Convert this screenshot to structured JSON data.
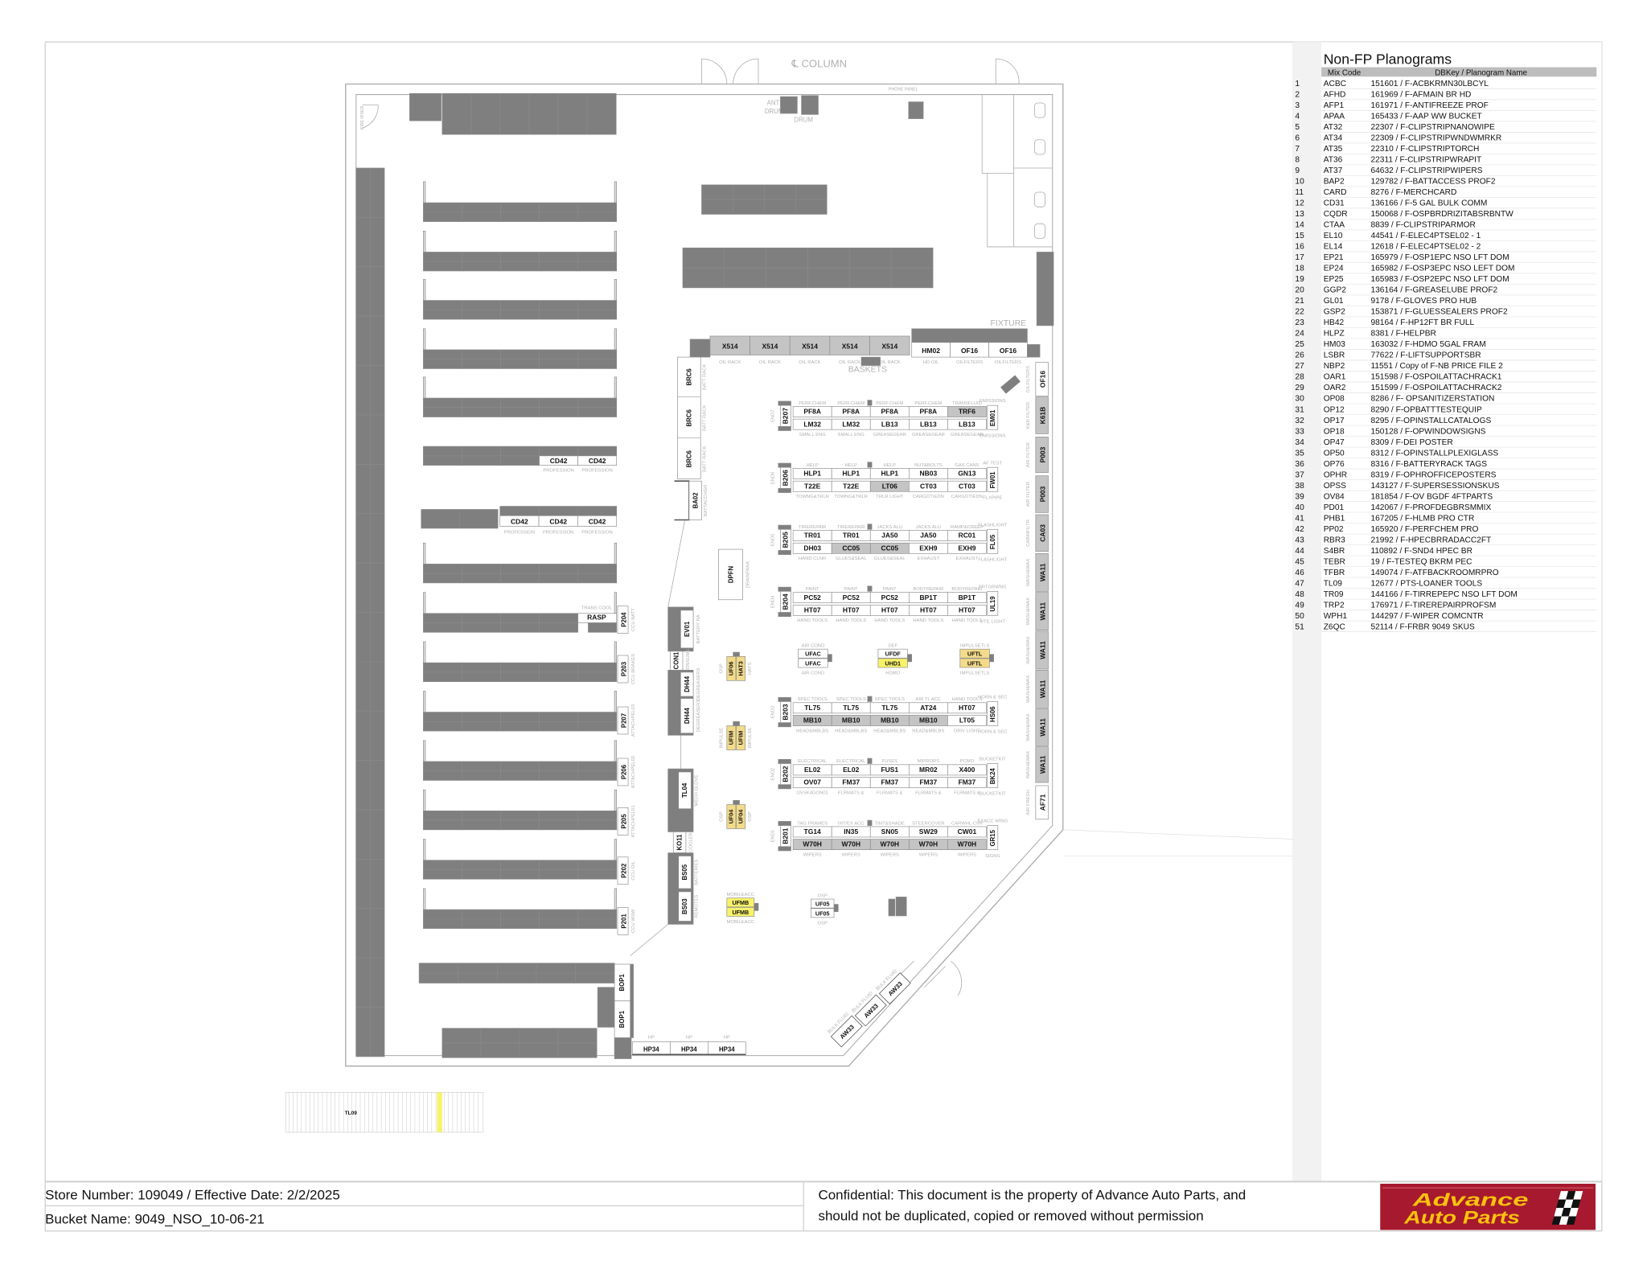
{
  "doc": {
    "table_title": "Non-FP Planograms",
    "col_mix": "Mix Code",
    "col_name": "DBKey / Planogram Name",
    "rows": [
      {
        "n": "1",
        "code": "ACBC",
        "name": "151601 /  F-ACBKRMN30LBCYL"
      },
      {
        "n": "2",
        "code": "AFHD",
        "name": "161969 /  F-AFMAIN BR HD"
      },
      {
        "n": "3",
        "code": "AFP1",
        "name": "161971 /  F-ANTIFREEZE PROF"
      },
      {
        "n": "4",
        "code": "APAA",
        "name": "165433 /  F-AAP WW BUCKET"
      },
      {
        "n": "5",
        "code": "AT32",
        "name": "22307 /  F-CLIPSTRIPNANOWIPE"
      },
      {
        "n": "6",
        "code": "AT34",
        "name": "22309 /  F-CLIPSTRIPWNDWMRKR"
      },
      {
        "n": "7",
        "code": "AT35",
        "name": "22310 /  F-CLIPSTRIPTORCH"
      },
      {
        "n": "8",
        "code": "AT36",
        "name": "22311 /  F-CLIPSTRIPWRAPIT"
      },
      {
        "n": "9",
        "code": "AT37",
        "name": "64632 /  F-CLIPSTRIPWIPERS"
      },
      {
        "n": "10",
        "code": "BAP2",
        "name": "129782 /  F-BATTACCESS PROF2"
      },
      {
        "n": "11",
        "code": "CARD",
        "name": "8276 /  F-MERCHCARD"
      },
      {
        "n": "12",
        "code": "CD31",
        "name": "136166 /  F-5 GAL BULK COMM"
      },
      {
        "n": "13",
        "code": "CQDR",
        "name": "150068 /  F-OSPBRDRIZITABSRBNTW"
      },
      {
        "n": "14",
        "code": "CTAA",
        "name": "8839 /  F-CLIPSTRIPARMOR"
      },
      {
        "n": "15",
        "code": "EL10",
        "name": "44541 /  F-ELEC4PTSEL02 - 1"
      },
      {
        "n": "16",
        "code": "EL14",
        "name": "12618 /  F-ELEC4PTSEL02 - 2"
      },
      {
        "n": "17",
        "code": "EP21",
        "name": "165979 /  F-OSP1EPC NSO LFT DOM"
      },
      {
        "n": "18",
        "code": "EP24",
        "name": "165982 /  F-OSP3EPC NSO LEFT DOM"
      },
      {
        "n": "19",
        "code": "EP25",
        "name": "165983 /  F-OSP2EPC NSO LFT DOM"
      },
      {
        "n": "20",
        "code": "GGP2",
        "name": "136164 /  F-GREASELUBE PROF2"
      },
      {
        "n": "21",
        "code": "GL01",
        "name": "9178 /  F-GLOVES PRO HUB"
      },
      {
        "n": "22",
        "code": "GSP2",
        "name": "153871 /  F-GLUESSEALERS PROF2"
      },
      {
        "n": "23",
        "code": "HB42",
        "name": "98164 /  F-HP12FT BR FULL"
      },
      {
        "n": "24",
        "code": "HLPZ",
        "name": "8381 /  F-HELPBR"
      },
      {
        "n": "25",
        "code": "HM03",
        "name": "163032 /  F-HDMO 5GAL FRAM"
      },
      {
        "n": "26",
        "code": "LSBR",
        "name": "77622 /  F-LIFTSUPPORTSBR"
      },
      {
        "n": "27",
        "code": "NBP2",
        "name": "11551 /  Copy of F-NB PRICE FILE 2"
      },
      {
        "n": "28",
        "code": "OAR1",
        "name": "151598 /  F-OSPOILATTACHRACK1"
      },
      {
        "n": "29",
        "code": "OAR2",
        "name": "151599 /  F-OSPOILATTACHRACK2"
      },
      {
        "n": "30",
        "code": "OP08",
        "name": "8286 /  F- OPSANITIZERSTATION"
      },
      {
        "n": "31",
        "code": "OP12",
        "name": "8290 /  F-OPBATTTESTEQUIP"
      },
      {
        "n": "32",
        "code": "OP17",
        "name": "8295 /  F-OPINSTALLCATALOGS"
      },
      {
        "n": "33",
        "code": "OP18",
        "name": "150128 /  F-OPWINDOWSIGNS"
      },
      {
        "n": "34",
        "code": "OP47",
        "name": "8309 /  F-DEI POSTER"
      },
      {
        "n": "35",
        "code": "OP50",
        "name": "8312 /  F-OPINSTALLPLEXIGLASS"
      },
      {
        "n": "36",
        "code": "OP76",
        "name": "8316 /  F-BATTERYRACK TAGS"
      },
      {
        "n": "37",
        "code": "OPHR",
        "name": "8319 /  F-OPHROFFICEPOSTERS"
      },
      {
        "n": "38",
        "code": "OPSS",
        "name": "143127 /  F-SUPERSESSIONSKUS"
      },
      {
        "n": "39",
        "code": "OV84",
        "name": "181854 /  F-OV BGDF 4FTPARTS"
      },
      {
        "n": "40",
        "code": "PD01",
        "name": "142067 /  F-PROFDEGBRSMMIX"
      },
      {
        "n": "41",
        "code": "PHB1",
        "name": "167205 /  F-HLMB PRO CTR"
      },
      {
        "n": "42",
        "code": "PP02",
        "name": "165920 /  F-PERFCHEM PRO"
      },
      {
        "n": "43",
        "code": "RBR3",
        "name": "21992 /  F-HPECBRRADACC2FT"
      },
      {
        "n": "44",
        "code": "S4BR",
        "name": "110892 /  F-SND4 HPEC BR"
      },
      {
        "n": "45",
        "code": "TEBR",
        "name": "19 /  F-TESTEQ BKRM PEC"
      },
      {
        "n": "46",
        "code": "TFBR",
        "name": "149074 /  F-ATFBACKROOMRPRO"
      },
      {
        "n": "47",
        "code": "TL09",
        "name": "12677 /  PTS-LOANER TOOLS"
      },
      {
        "n": "48",
        "code": "TR09",
        "name": "144166 /  F-TIRREPEPC NSO LFT DOM"
      },
      {
        "n": "49",
        "code": "TRP2",
        "name": "176971 /  F-TIREREPAIRPROFSM"
      },
      {
        "n": "50",
        "code": "WPH1",
        "name": "144297 /  F-WIPER COMCNTR"
      },
      {
        "n": "51",
        "code": "Z6QC",
        "name": "52114 /  F-FRBR 9049 SKUS"
      }
    ]
  },
  "footer": {
    "store_line": "Store Number:  109049 / Effective Date:  2/2/2025",
    "bucket_line": "Bucket Name:  9049_NSO_10-06-21",
    "confidential_1": "Confidential:  This document is the property of Advance Auto Parts, and",
    "confidential_2": "should not be duplicated, copied or removed without permission",
    "logo_line_1": "Advance",
    "logo_line_2": "Auto Parts",
    "logo_color": "#a6192e",
    "logo_text_color": "#ffc20e"
  },
  "colors": {
    "fixture_dark": "#7f7f7f",
    "fixture_gray": "#c4c4c4",
    "osp_yellow": "#f3db8a",
    "bright_yellow": "#f7f26a",
    "category_text": "#b0b0b0"
  },
  "plan": {
    "labels": {
      "column": "℄  COLUMN",
      "phone_panel": "PHONE PANEL",
      "fire_riser": "FIRE RISER",
      "anti_drum_1": "ANTI",
      "anti_drum_2": "DRUM",
      "oil_drum": "DRUM",
      "fixture": "FIXTURE",
      "baskets": "BASKETS"
    },
    "gondolas": [
      {
        "end": "B207",
        "tag": "END7",
        "top": [
          {
            "code": "PF8A",
            "cat": "PERF.CHEM"
          },
          {
            "code": "PF8A",
            "cat": "PERF.CHEM"
          },
          {
            "code": "PF8A",
            "cat": "PERF.CHEM"
          },
          {
            "code": "PF8A",
            "cat": "PERF.CHEM"
          },
          {
            "code": "TRF6",
            "cat": "TRANSFLUID",
            "fill": "#c4c4c4"
          }
        ],
        "bottom": [
          {
            "code": "LM32",
            "cat": "SMALL ENG"
          },
          {
            "code": "LM32",
            "cat": "SMALL ENG"
          },
          {
            "code": "LB13",
            "cat": "GREASEGEAR"
          },
          {
            "code": "LB13",
            "cat": "GREASEGEAR"
          },
          {
            "code": "LB13",
            "cat": "GREASEGEAR"
          }
        ],
        "cap": {
          "code": "EM01",
          "top": "EMISSIONS",
          "bottom": "EMISSIONS"
        }
      },
      {
        "end": "B206",
        "tag": "END6",
        "top": [
          {
            "code": "HLP1",
            "cat": "HELP"
          },
          {
            "code": "HLP1",
            "cat": "HELP"
          },
          {
            "code": "HLP1",
            "cat": "HELP"
          },
          {
            "code": "NB03",
            "cat": "NUT&BOLTS"
          },
          {
            "code": "GN13",
            "cat": "GAS CANS"
          }
        ],
        "bottom": [
          {
            "code": "T22E",
            "cat": "TOWNG&TRLR"
          },
          {
            "code": "T22E",
            "cat": "TOWNG&TRLR"
          },
          {
            "code": "LT06",
            "cat": "TRLR LIGHT",
            "fill": "#c4c4c4"
          },
          {
            "code": "CT03",
            "cat": "CARGOTIEDN"
          },
          {
            "code": "CT03",
            "cat": "CARGOTIEDN"
          }
        ],
        "cap": {
          "code": "FW01",
          "top": "AF TEST",
          "bottom": "FLXPIPE"
        }
      },
      {
        "end": "B205",
        "tag": "END5",
        "top": [
          {
            "code": "TR01",
            "cat": "TIREREPAIR"
          },
          {
            "code": "TR01",
            "cat": "TIREREPAIR"
          },
          {
            "code": "JA50",
            "cat": "JACKS ALU"
          },
          {
            "code": "JA50",
            "cat": "JACKS ALU"
          },
          {
            "code": "RC01",
            "cat": "RAMP&CREEP"
          }
        ],
        "bottom": [
          {
            "code": "DH03",
            "cat": "HAND CLNR"
          },
          {
            "code": "CC05",
            "cat": "GLUES&SEAL",
            "fill": "#c4c4c4"
          },
          {
            "code": "CC05",
            "cat": "GLUES&SEAL",
            "fill": "#c4c4c4"
          },
          {
            "code": "EXH9",
            "cat": "EXHAUST"
          },
          {
            "code": "EXH9",
            "cat": "EXHAUST"
          }
        ],
        "cap": {
          "code": "FL05",
          "top": "FLASHLIGHT",
          "bottom": "FLASHLIGHT"
        }
      },
      {
        "end": "B204",
        "tag": "END4",
        "top": [
          {
            "code": "PC52",
            "cat": "PAINT"
          },
          {
            "code": "PC52",
            "cat": "PAINT"
          },
          {
            "code": "PC52",
            "cat": "PAINT"
          },
          {
            "code": "BP1T",
            "cat": "BODYREPAIR"
          },
          {
            "code": "BP1T",
            "cat": "BODYREPAIR"
          }
        ],
        "bottom": [
          {
            "code": "HT07",
            "cat": "HAND TOOLS"
          },
          {
            "code": "HT07",
            "cat": "HAND TOOLS"
          },
          {
            "code": "HT07",
            "cat": "HAND TOOLS"
          },
          {
            "code": "HT07",
            "cat": "HAND TOOLS"
          },
          {
            "code": "HT07",
            "cat": "HAND TOOLS"
          }
        ],
        "cap": {
          "code": "UL19",
          "top": "PRTGRWNG",
          "bottom": "UTIL LIGHT"
        }
      },
      {
        "end": "B203",
        "tag": "END3",
        "top": [
          {
            "code": "TL75",
            "cat": "SPEC TOOLS"
          },
          {
            "code": "TL75",
            "cat": "SPEC TOOLS"
          },
          {
            "code": "TL75",
            "cat": "SPEC TOOLS"
          },
          {
            "code": "AT24",
            "cat": "AIR TL ACC"
          },
          {
            "code": "HT07",
            "cat": "HAND TOOLS"
          }
        ],
        "bottom": [
          {
            "code": "MB10",
            "cat": "HEAD&MBLBS",
            "fill": "#c4c4c4"
          },
          {
            "code": "MB10",
            "cat": "HEAD&MBLBS",
            "fill": "#c4c4c4"
          },
          {
            "code": "MB10",
            "cat": "HEAD&MBLBS",
            "fill": "#c4c4c4"
          },
          {
            "code": "MB10",
            "cat": "HEAD&MBLBS",
            "fill": "#c4c4c4"
          },
          {
            "code": "LT05",
            "cat": "DRIV LIGHT"
          }
        ],
        "cap": {
          "code": "HS06",
          "top": "HORN & SEC",
          "bottom": "HORN & SEC"
        }
      },
      {
        "end": "B202",
        "tag": "END2",
        "top": [
          {
            "code": "EL02",
            "cat": "ELECTRICAL"
          },
          {
            "code": "EL02",
            "cat": "ELECTRICAL"
          },
          {
            "code": "FUS1",
            "cat": "FUSES"
          },
          {
            "code": "MR02",
            "cat": "MIRRORS"
          },
          {
            "code": "X400",
            "cat": "PCMO"
          }
        ],
        "bottom": [
          {
            "code": "OV07",
            "cat": "OVSK4GON01"
          },
          {
            "code": "FM37",
            "cat": "FLRMATS &"
          },
          {
            "code": "FM37",
            "cat": "FLRMATS &"
          },
          {
            "code": "FM37",
            "cat": "FLRMATS &"
          },
          {
            "code": "FM37",
            "cat": "FLRMATS &"
          }
        ],
        "cap": {
          "code": "BK24",
          "top": "BUCKETKIT",
          "bottom": "BUCKETKIT"
        }
      },
      {
        "end": "B201",
        "tag": "END1",
        "top": [
          {
            "code": "TG14",
            "cat": "TAG FRAMES"
          },
          {
            "code": "IN35",
            "cat": "INT/EX ACC"
          },
          {
            "code": "SN05",
            "cat": "TINT&SHADE"
          },
          {
            "code": "SW29",
            "cat": "STEERCOVER"
          },
          {
            "code": "CW01",
            "cat": "CARWHL CVR"
          }
        ],
        "bottom": [
          {
            "code": "W70H",
            "cat": "WIPERS",
            "fill": "#c4c4c4"
          },
          {
            "code": "W70H",
            "cat": "WIPERS",
            "fill": "#c4c4c4"
          },
          {
            "code": "W70H",
            "cat": "WIPERS",
            "fill": "#c4c4c4"
          },
          {
            "code": "W70H",
            "cat": "WIPERS",
            "fill": "#c4c4c4"
          },
          {
            "code": "W70H",
            "cat": "WIPERS",
            "fill": "#c4c4c4"
          }
        ],
        "cap": {
          "code": "GR15",
          "top": "EXACC WING",
          "bottom": "SIGNS"
        }
      }
    ],
    "oil_rack": [
      {
        "code": "X514",
        "cat": "OIL RACK"
      },
      {
        "code": "X514",
        "cat": "OIL RACK"
      },
      {
        "code": "X514",
        "cat": "OIL RACK"
      },
      {
        "code": "X514",
        "cat": "OIL RACK"
      },
      {
        "code": "X514",
        "cat": "OIL RACK"
      }
    ],
    "oil_filters": [
      {
        "code": "HM02",
        "cat": "HD OIL"
      },
      {
        "code": "OF16",
        "cat": "OILFILTERS"
      },
      {
        "code": "OF16",
        "cat": "OILFILTERS"
      }
    ],
    "right_wall": [
      {
        "code": "OF16",
        "cat": "OILFILTERS",
        "fill": "#ffffff"
      },
      {
        "code": "K61B",
        "cat": "K&N FILTER"
      },
      {
        "code": "P003",
        "cat": "AIR FILTER"
      },
      {
        "code": "P003",
        "cat": "AIR FILTER"
      },
      {
        "code": "CA03",
        "cat": "CABINFILTR"
      },
      {
        "code": "WA11",
        "cat": "WASH&WAX"
      },
      {
        "code": "WA11",
        "cat": "WASH&WAX"
      },
      {
        "code": "WA11",
        "cat": "WASH&WAX"
      },
      {
        "code": "WA11",
        "cat": "WASH&WAX"
      },
      {
        "code": "WA11",
        "cat": "WASH&WAX"
      },
      {
        "code": "WA11",
        "cat": "WASH&WAX"
      },
      {
        "code": "AF71",
        "cat": "AIR FRESH",
        "fill": "#ffffff"
      }
    ],
    "left_column": [
      {
        "code": "BRC6",
        "cat": "BATT RACK"
      },
      {
        "code": "BRC6",
        "cat": "BATT RACK"
      },
      {
        "code": "BRC6",
        "cat": "BATT RACK"
      },
      {
        "code": "BA02",
        "cat": "BATTACCHGR"
      },
      {
        "code": "EV01",
        "cat": "BATTERY RA"
      },
      {
        "code": "CON1",
        "cat": "CONSUME"
      },
      {
        "code": "DH44",
        "cat": "DEGREASERS"
      },
      {
        "code": "DH44",
        "cat": "DEGREASERS"
      },
      {
        "code": "TL04",
        "cat": "MECH GLOVE"
      },
      {
        "code": "KO11",
        "cat": "COOLER"
      },
      {
        "code": "BS05",
        "cat": "BATTERIES"
      },
      {
        "code": "BS03",
        "cat": "REMOTES"
      }
    ],
    "islands_vertical": [
      {
        "codes": [
          "UF06",
          "HAT3"
        ],
        "cats": [
          "OSP",
          "HATS"
        ],
        "fill": "#f3db8a"
      },
      {
        "codes": [
          "UFIM",
          "UFIM"
        ],
        "cats": [
          "IMPULSE",
          "IMPULSE"
        ],
        "fill": "#f3db8a"
      },
      {
        "codes": [
          "UF04",
          "UF04"
        ],
        "cats": [
          "OSP",
          "OSP"
        ],
        "fill": "#f3db8a"
      }
    ],
    "islands_horizontal": [
      {
        "codes": [
          "UFAC",
          "UFAC"
        ],
        "cats": [
          "AIR COND",
          "AIR COND"
        ],
        "fills": [
          "#ffffff",
          "#ffffff"
        ]
      },
      {
        "codes": [
          "UFDF",
          "UHD1"
        ],
        "cats": [
          "DEF",
          "HDMO"
        ],
        "fills": [
          "#ffffff",
          "#f7f26a"
        ]
      },
      {
        "codes": [
          "UFTL",
          "UFTL"
        ],
        "cats": [
          "IMPULSETLS",
          "IMPULSETLS"
        ],
        "fills": [
          "#f3db8a",
          "#f3db8a"
        ]
      },
      {
        "codes": [
          "UFMB",
          "UFMB"
        ],
        "cats": [
          "MOBILEACC",
          "MOBILEACC"
        ],
        "fills": [
          "#f7f26a",
          "#f7f26a"
        ]
      },
      {
        "codes": [
          "UF05",
          "UF05"
        ],
        "cats": [
          "OSP",
          "OSP"
        ],
        "fills": [
          "#ffffff",
          "#ffffff"
        ]
      }
    ],
    "aisle_ends": [
      {
        "code": "P204",
        "cat": "CCU BATT"
      },
      {
        "code": "P203",
        "cat": "CCU BRAKES"
      },
      {
        "code": "P207",
        "cat": "ATTACHPEL03"
      },
      {
        "code": "P206",
        "cat": "ATTACHPEL02"
      },
      {
        "code": "P205",
        "cat": "ATTACHPEL01"
      },
      {
        "code": "P202",
        "cat": "CCU OIL"
      },
      {
        "code": "P201",
        "cat": "CCU WSW"
      }
    ],
    "cd42_upper": [
      {
        "code": "CD42",
        "cat": "PROFESSION"
      },
      {
        "code": "CD42",
        "cat": "PROFESSION"
      }
    ],
    "cd42_lower": [
      {
        "code": "CD42",
        "cat": "PROFESSION"
      },
      {
        "code": "CD42",
        "cat": "PROFESSION"
      },
      {
        "code": "CD42",
        "cat": "PROFESSION"
      }
    ],
    "rasp": {
      "code": "RASP",
      "cat": "TRANS COOL"
    },
    "dpfn": {
      "code": "DPFN",
      "cat": "DRAINPANK"
    },
    "bop": [
      {
        "code": "BOP1"
      },
      {
        "code": "BOP1"
      }
    ],
    "hp": [
      {
        "code": "HP34",
        "cat": "HP"
      },
      {
        "code": "HP34",
        "cat": "HP"
      },
      {
        "code": "HP34",
        "cat": "HP"
      }
    ],
    "bulk": [
      {
        "code": "AW33",
        "cat": "BULK FLUID"
      },
      {
        "code": "AW33",
        "cat": "BULK FLUID"
      },
      {
        "code": "AW33",
        "cat": "BULK FLUID"
      }
    ],
    "tl09": {
      "code": "TL09"
    }
  }
}
